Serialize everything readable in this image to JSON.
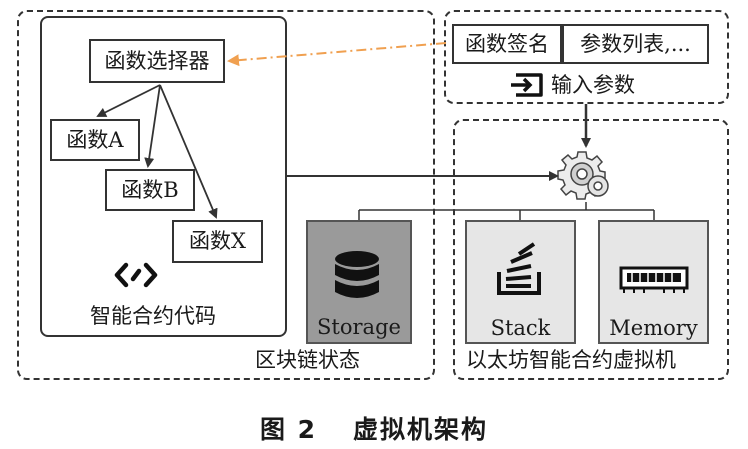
{
  "blockchain_state": {
    "label": "区块链状态",
    "contract": {
      "label": "智能合约代码",
      "selector": "函数选择器",
      "functions": [
        "函数A",
        "函数B",
        "函数X"
      ]
    },
    "storage": {
      "label": "Storage"
    }
  },
  "input": {
    "label": "输入参数",
    "fields": [
      "函数签名",
      "参数列表,..."
    ]
  },
  "evm": {
    "label": "以太坊智能合约虚拟机",
    "stack": {
      "label": "Stack"
    },
    "memory": {
      "label": "Memory"
    }
  },
  "figure": {
    "number": "图 2",
    "title": "虚拟机架构"
  },
  "colors": {
    "arrow_orange": "#f0a050",
    "storage_fill": "#9a9a9a",
    "component_fill": "#e6e6e6"
  }
}
